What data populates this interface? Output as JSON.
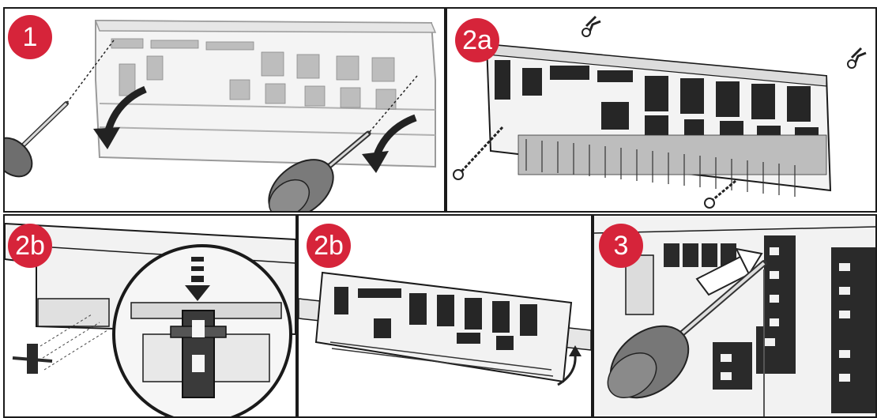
{
  "steps": [
    {
      "id": "p1",
      "badge": "1"
    },
    {
      "id": "p2a",
      "badge": "2a"
    },
    {
      "id": "p2b1",
      "badge": "2b"
    },
    {
      "id": "p2b2",
      "badge": "2b"
    },
    {
      "id": "p3",
      "badge": "3"
    }
  ],
  "colors": {
    "badge_fill": "#d6243a",
    "badge_text": "#ffffff",
    "outline": "#1a1a1a",
    "housing_fill": "#f2f2f2",
    "board_fill": "#2a2a2a"
  }
}
